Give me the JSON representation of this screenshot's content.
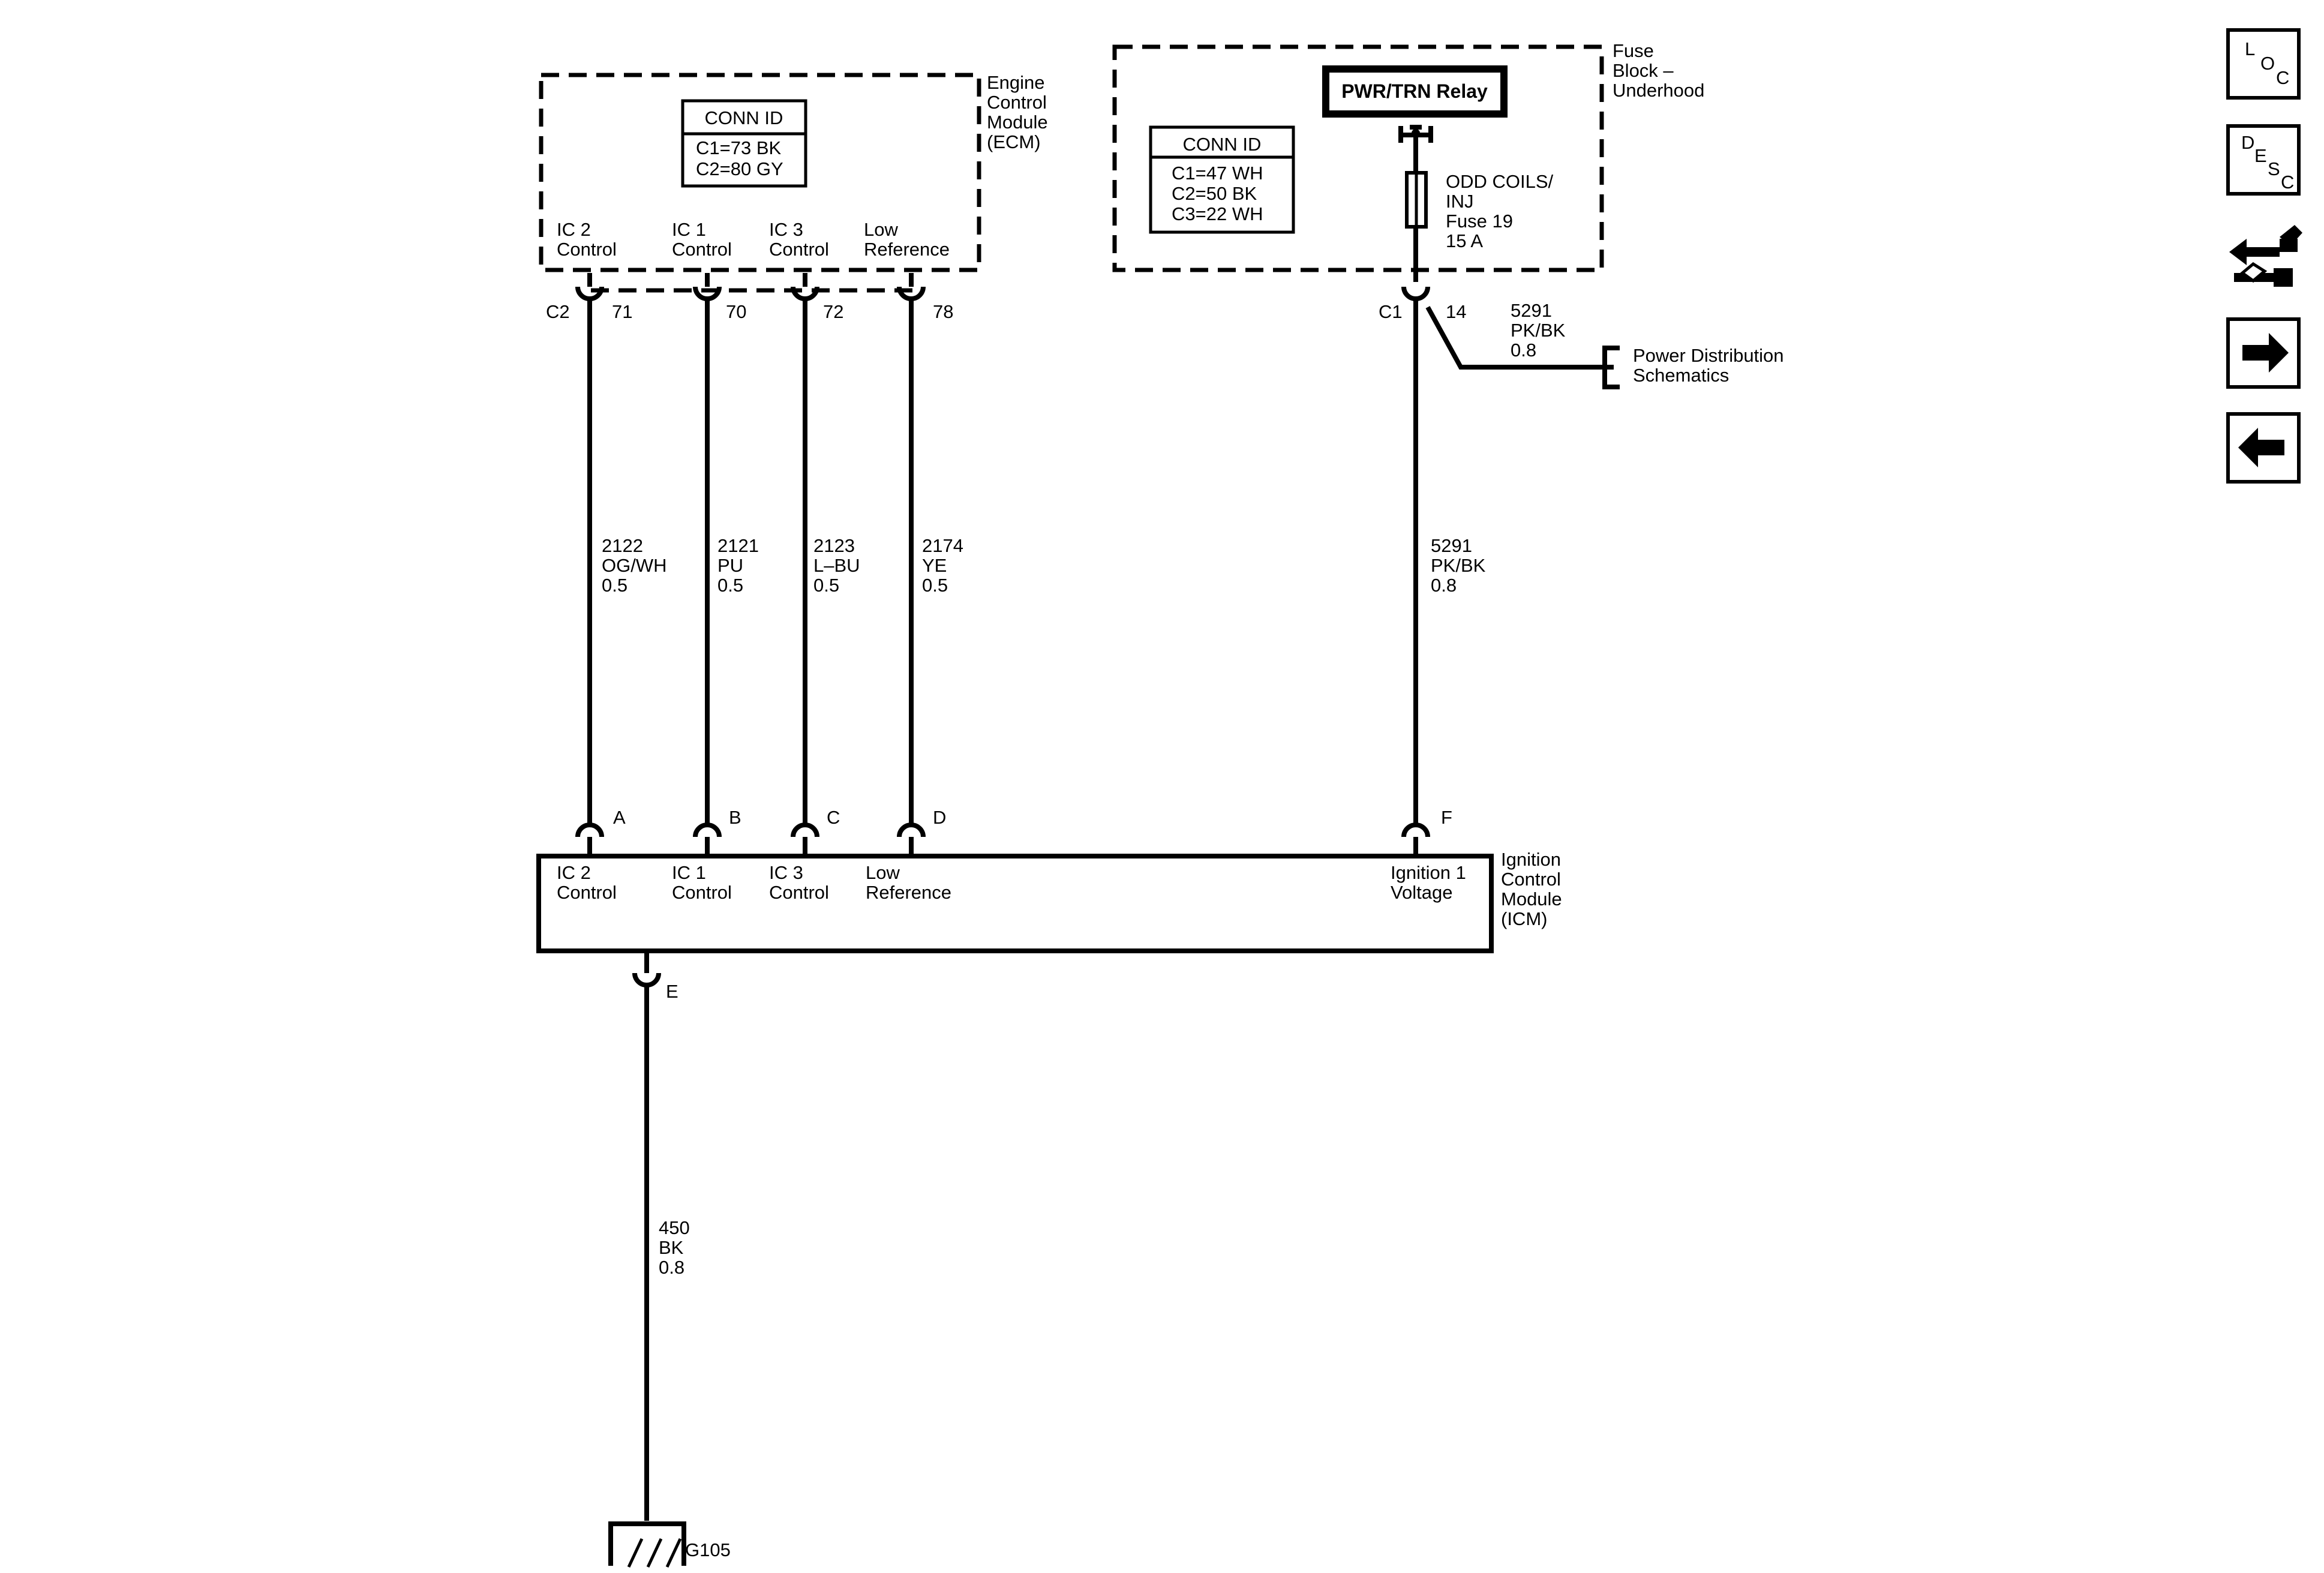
{
  "ecm": {
    "name_lines": [
      "Engine",
      "Control",
      "Module",
      "(ECM)"
    ],
    "conn_id": {
      "title": "CONN ID",
      "lines": [
        "C1=73 BK",
        "C2=80 GY"
      ]
    },
    "pins": [
      {
        "label_lines": [
          "IC 2",
          "Control"
        ]
      },
      {
        "label_lines": [
          "IC 1",
          "Control"
        ]
      },
      {
        "label_lines": [
          "IC 3",
          "Control"
        ]
      },
      {
        "label_lines": [
          "Low",
          "Reference"
        ]
      }
    ],
    "connector_label": "C2",
    "pin_numbers": [
      "71",
      "70",
      "72",
      "78"
    ]
  },
  "fuse_block": {
    "name_lines": [
      "Fuse",
      "Block –",
      "Underhood"
    ],
    "relay_label": "PWR/TRN Relay",
    "conn_id": {
      "title": "CONN ID",
      "lines": [
        "C1=47 WH",
        "C2=50 BK",
        "C3=22 WH"
      ]
    },
    "fuse_lines": [
      "ODD COILS/",
      "INJ",
      "Fuse 19",
      "15 A"
    ],
    "connector_label": "C1",
    "pin_number": "14"
  },
  "splice": {
    "wire_lines": [
      "5291",
      "PK/BK",
      "0.8"
    ],
    "destination_lines": [
      "Power Distribution",
      "Schematics"
    ]
  },
  "wires": [
    {
      "lines": [
        "2122",
        "OG/WH",
        "0.5"
      ]
    },
    {
      "lines": [
        "2121",
        "PU",
        "0.5"
      ]
    },
    {
      "lines": [
        "2123",
        "L–BU",
        "0.5"
      ]
    },
    {
      "lines": [
        "2174",
        "YE",
        "0.5"
      ]
    },
    {
      "lines": [
        "5291",
        "PK/BK",
        "0.8"
      ]
    }
  ],
  "icm": {
    "name_lines": [
      "Ignition",
      "Control",
      "Module",
      "(ICM)"
    ],
    "pin_letters": [
      "A",
      "B",
      "C",
      "D",
      "F"
    ],
    "pins": [
      {
        "label_lines": [
          "IC 2",
          "Control"
        ]
      },
      {
        "label_lines": [
          "IC 1",
          "Control"
        ]
      },
      {
        "label_lines": [
          "IC 3",
          "Control"
        ]
      },
      {
        "label_lines": [
          "Low",
          "Reference"
        ]
      },
      {
        "label_lines": [
          "Ignition 1",
          "Voltage"
        ]
      }
    ],
    "ground_pin": "E"
  },
  "ground": {
    "wire_lines": [
      "450",
      "BK",
      "0.8"
    ],
    "label": "G105"
  },
  "nav": {
    "loc": [
      "L",
      "O",
      "C"
    ],
    "desc": [
      "D",
      "E",
      "S",
      "C"
    ],
    "icons": [
      "component-loc-icon",
      "description-icon",
      "connector-views-icon",
      "next-arrow-icon",
      "previous-arrow-icon"
    ]
  }
}
